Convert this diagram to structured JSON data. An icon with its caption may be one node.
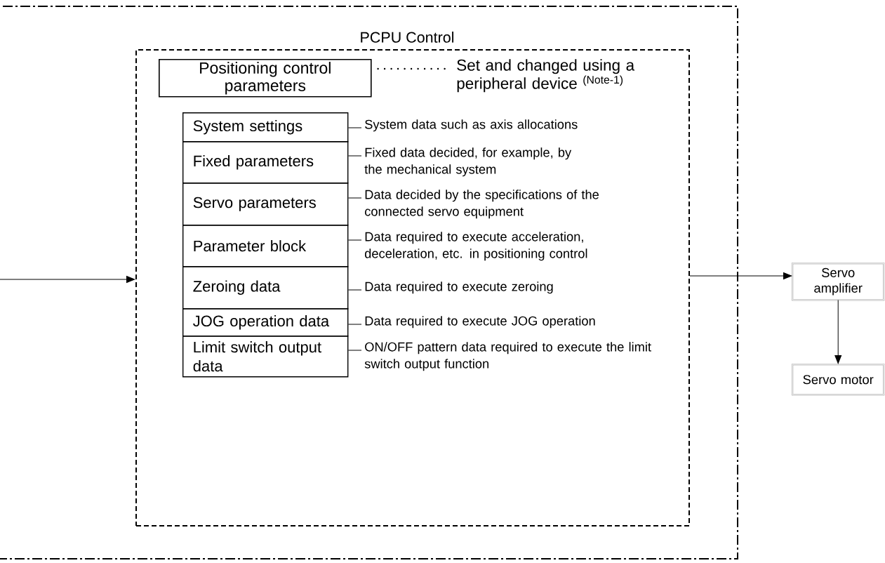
{
  "diagram": {
    "nodes": [
      {
        "text": [],
        "shape": "box"
      },
      {
        "text": [
          "PCPU Control"
        ],
        "in": 0
      },
      {
        "text": [
          "Positioning control parameters"
        ],
        "in": 1
      },
      {
        "text": [
          "Set and changed using a peripheral device $^{(Note-1)}$"
        ],
        "in": 1
      },
      {
        "text": [
          "System settings"
        ],
        "in": 1
      },
      {
        "text": [
          "Fixed parameters"
        ],
        "in": 1
      },
      {
        "text": [
          "Servo parameters"
        ],
        "in": 1
      },
      {
        "text": [
          "Parameter block"
        ],
        "in": 1
      },
      {
        "text": [
          "Zeroing data"
        ],
        "in": 1
      },
      {
        "text": [
          "JOG operation data"
        ],
        "in": 1
      },
      {
        "text": [
          "Limit switch output data"
        ],
        "in": 1
      },
      {
        "text": [
          "System data such as axis allocations"
        ],
        "in": 1
      },
      {
        "text": [
          "Fixed data decided, for example, by the mechanical system"
        ],
        "in": 1
      },
      {
        "text": [
          "Data decided by the specifications of the connected servo equipment"
        ],
        "in": 1
      },
      {
        "text": [
          "Data required to execute acceleration, deceleration, etc. in positioning control"
        ],
        "in": 1
      },
      {
        "text": [
          "Data required to execute zeroing"
        ],
        "in": 1
      },
      {
        "text": [
          "Data required to execute JOG operation"
        ],
        "in": 1
      },
      {
        "text": [
          "ON/OFF pattern data required to execute the limit switch output function"
        ],
        "in": 1
      },
      {
        "text": [
          "Servo amplifier"
        ]
      },
      {
        "text": [
          "Servo motor"
        ]
      }
    ],
    "edges": [
      {
        "from": null,
        "to": 1,
        "arrow": "to"
      },
      {
        "from": 1,
        "to": 18,
        "arrow": "to"
      },
      {
        "from": 18,
        "to": 19,
        "arrow": "to"
      },
      {
        "from": 2,
        "to": 3,
        "arrow": "none",
        "style": "dashed"
      },
      {
        "from": 4,
        "to": 11,
        "arrow": "none"
      },
      {
        "from": 5,
        "to": 12,
        "arrow": "none"
      },
      {
        "from": 6,
        "to": 13,
        "arrow": "none"
      },
      {
        "from": 7,
        "to": 14,
        "arrow": "none"
      },
      {
        "from": 8,
        "to": 15,
        "arrow": "none"
      },
      {
        "from": 9,
        "to": 16,
        "arrow": "none"
      },
      {
        "from": 10,
        "to": 17,
        "arrow": "none"
      }
    ]
  }
}
